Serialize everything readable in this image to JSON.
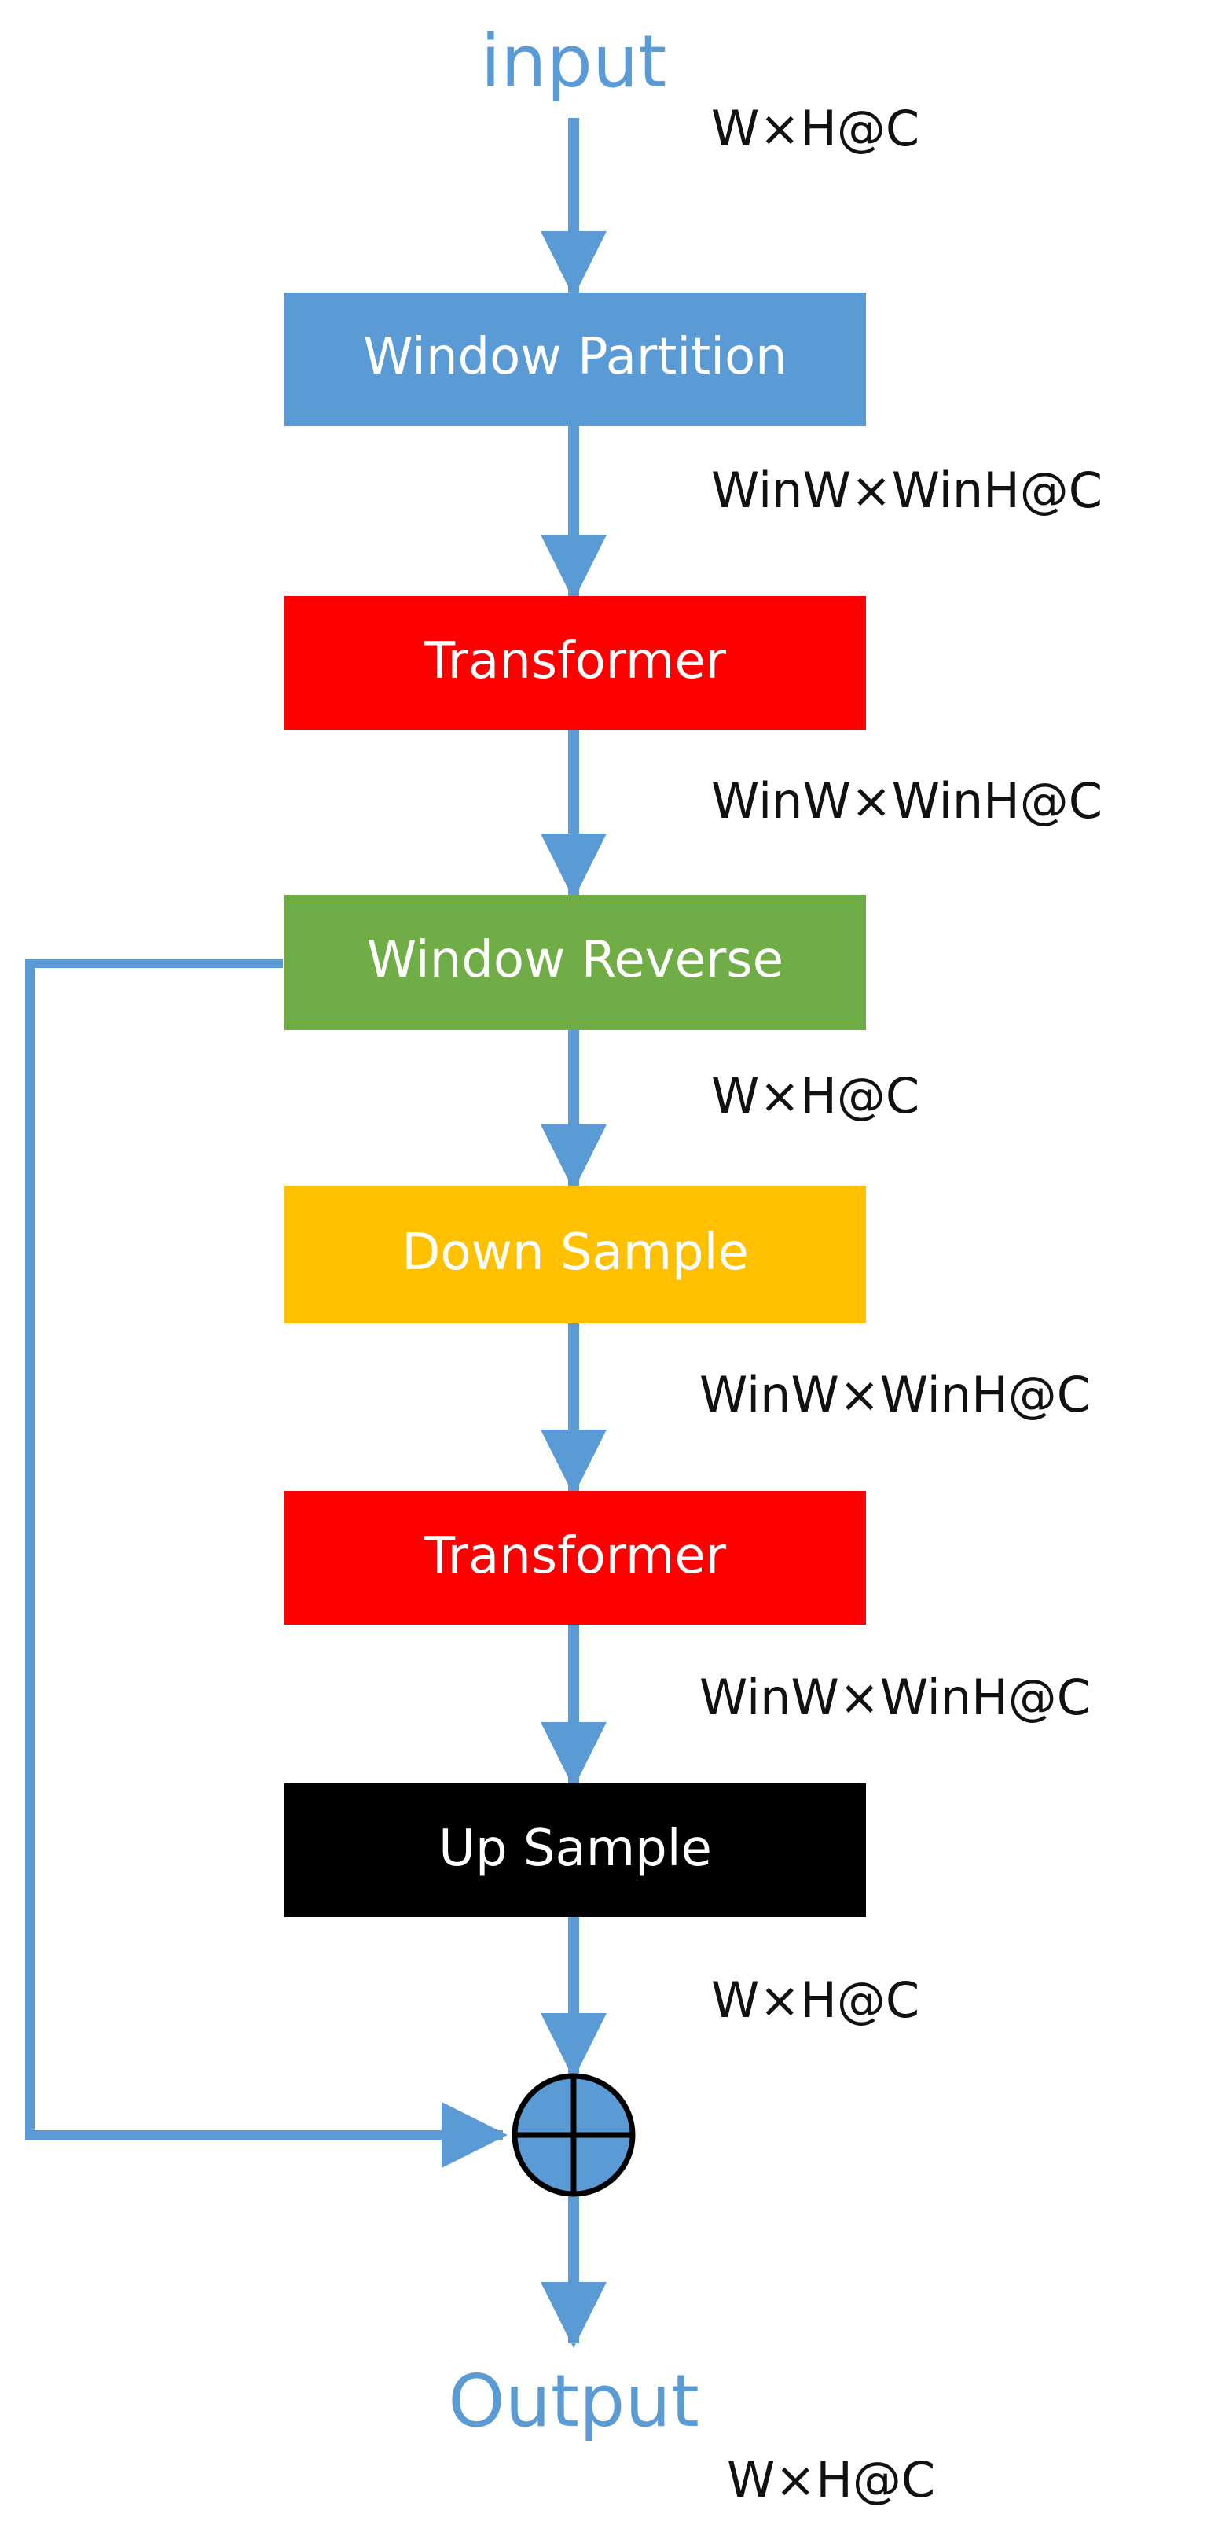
{
  "colors": {
    "arrow": "#5b9bd5",
    "window_partition": "#5b9bd5",
    "transformer": "#ff0000",
    "window_reverse": "#70ad47",
    "down_sample": "#ffc000",
    "up_sample": "#000000",
    "io_text": "#5b9bd5",
    "block_text": "#ffffff",
    "dim_text": "#111111"
  },
  "input": {
    "label": "input",
    "dims": "W×H@C"
  },
  "blocks": [
    {
      "label": "Window Partition",
      "color_key": "window_partition",
      "dims_after": "WinW×WinH@C"
    },
    {
      "label": "Transformer",
      "color_key": "transformer",
      "dims_after": "WinW×WinH@C"
    },
    {
      "label": "Window Reverse",
      "color_key": "window_reverse",
      "dims_after": "W×H@C"
    },
    {
      "label": "Down Sample",
      "color_key": "down_sample",
      "dims_after": "WinW×WinH@C"
    },
    {
      "label": "Transformer",
      "color_key": "transformer",
      "dims_after": "WinW×WinH@C"
    },
    {
      "label": "Up Sample",
      "color_key": "up_sample",
      "dims_after": "W×H@C"
    }
  ],
  "sum_node": {
    "icon": "circle-plus-icon"
  },
  "output": {
    "label": "Output",
    "dims": "W×H@C"
  }
}
